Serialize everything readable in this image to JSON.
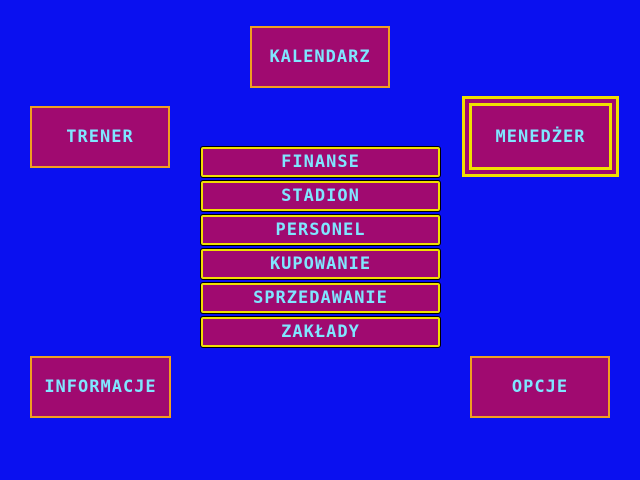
{
  "colors": {
    "background": "#0a10f0",
    "button_fill": "#a00a70",
    "button_border": "#f0a020",
    "menu_border": "#f0e000",
    "text": "#7fe6ff"
  },
  "corners": {
    "calendar": "KALENDARZ",
    "trainer": "TRENER",
    "manager": "MENEDŻER",
    "information": "INFORMACJE",
    "options": "OPCJE"
  },
  "menu": [
    "FINANSE",
    "STADION",
    "PERSONEL",
    "KUPOWANIE",
    "SPRZEDAWANIE",
    "ZAKŁADY"
  ]
}
